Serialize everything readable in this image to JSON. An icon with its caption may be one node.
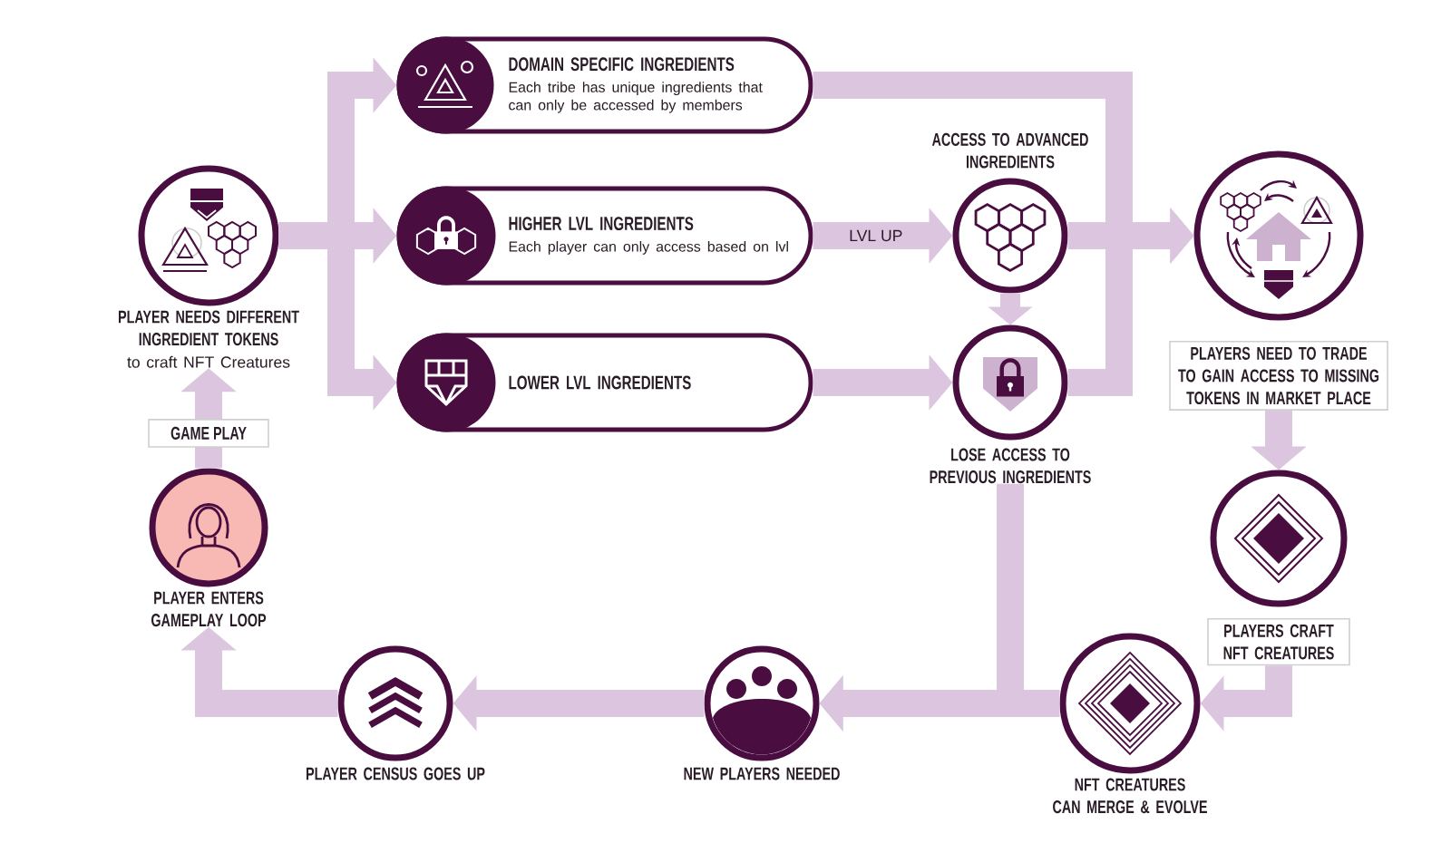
{
  "diagram": {
    "nodes": [
      {
        "text": [
          "PLAYER NEEDS DIFFERENT INGREDIENT TOKENS",
          "to craft NFT Creatures"
        ]
      },
      {
        "text": [
          "DOMAIN SPECIFIC INGREDIENTS",
          "Each tribe has unique ingredients that can only be accessed by members"
        ]
      },
      {
        "text": [
          "HIGHER LVL INGREDIENTS",
          "Each player can only access based on lvl"
        ]
      },
      {
        "text": [
          "LOWER LVL INGREDIENTS"
        ]
      },
      {
        "text": [
          "ACCESS TO ADVANCED INGREDIENTS"
        ]
      },
      {
        "text": [
          "LOSE ACCESS TO PREVIOUS INGREDIENTS"
        ]
      },
      {
        "text": [
          "PLAYERS NEED TO TRADE TO GAIN ACCESS TO MISSING TOKENS IN MARKET PLACE"
        ]
      },
      {
        "text": [
          "PLAYERS CRAFT NFT CREATURES"
        ]
      },
      {
        "text": [
          "NFT CREATURES CAN MERGE & EVOLVE"
        ]
      },
      {
        "text": [
          "NEW PLAYERS NEEDED"
        ]
      },
      {
        "text": [
          "PLAYER CENSUS GOES UP"
        ]
      },
      {
        "text": [
          "PLAYER ENTERS GAMEPLAY LOOP"
        ]
      }
    ],
    "edges": [
      {
        "from": 0,
        "to": 1,
        "arrow": "to"
      },
      {
        "from": 0,
        "to": 2,
        "arrow": "to"
      },
      {
        "from": 0,
        "to": 3,
        "arrow": "to"
      },
      {
        "from": 2,
        "to": 4,
        "arrow": "to",
        "label": "LVL UP"
      },
      {
        "from": 3,
        "to": 5,
        "arrow": "to"
      },
      {
        "from": 4,
        "to": 5,
        "arrow": "to"
      },
      {
        "from": 1,
        "to": 6,
        "arrow": "to"
      },
      {
        "from": 4,
        "to": 6,
        "arrow": "to"
      },
      {
        "from": 5,
        "to": 6,
        "arrow": "to"
      },
      {
        "from": 6,
        "to": 7,
        "arrow": "to"
      },
      {
        "from": 7,
        "to": 8,
        "arrow": "to"
      },
      {
        "from": 5,
        "to": 9,
        "arrow": "to"
      },
      {
        "from": 8,
        "to": 9,
        "arrow": "to"
      },
      {
        "from": 9,
        "to": 10,
        "arrow": "to"
      },
      {
        "from": 10,
        "to": 11,
        "arrow": "to"
      },
      {
        "from": 11,
        "to": 0,
        "arrow": "to",
        "label": "GAME PLAY"
      }
    ]
  }
}
